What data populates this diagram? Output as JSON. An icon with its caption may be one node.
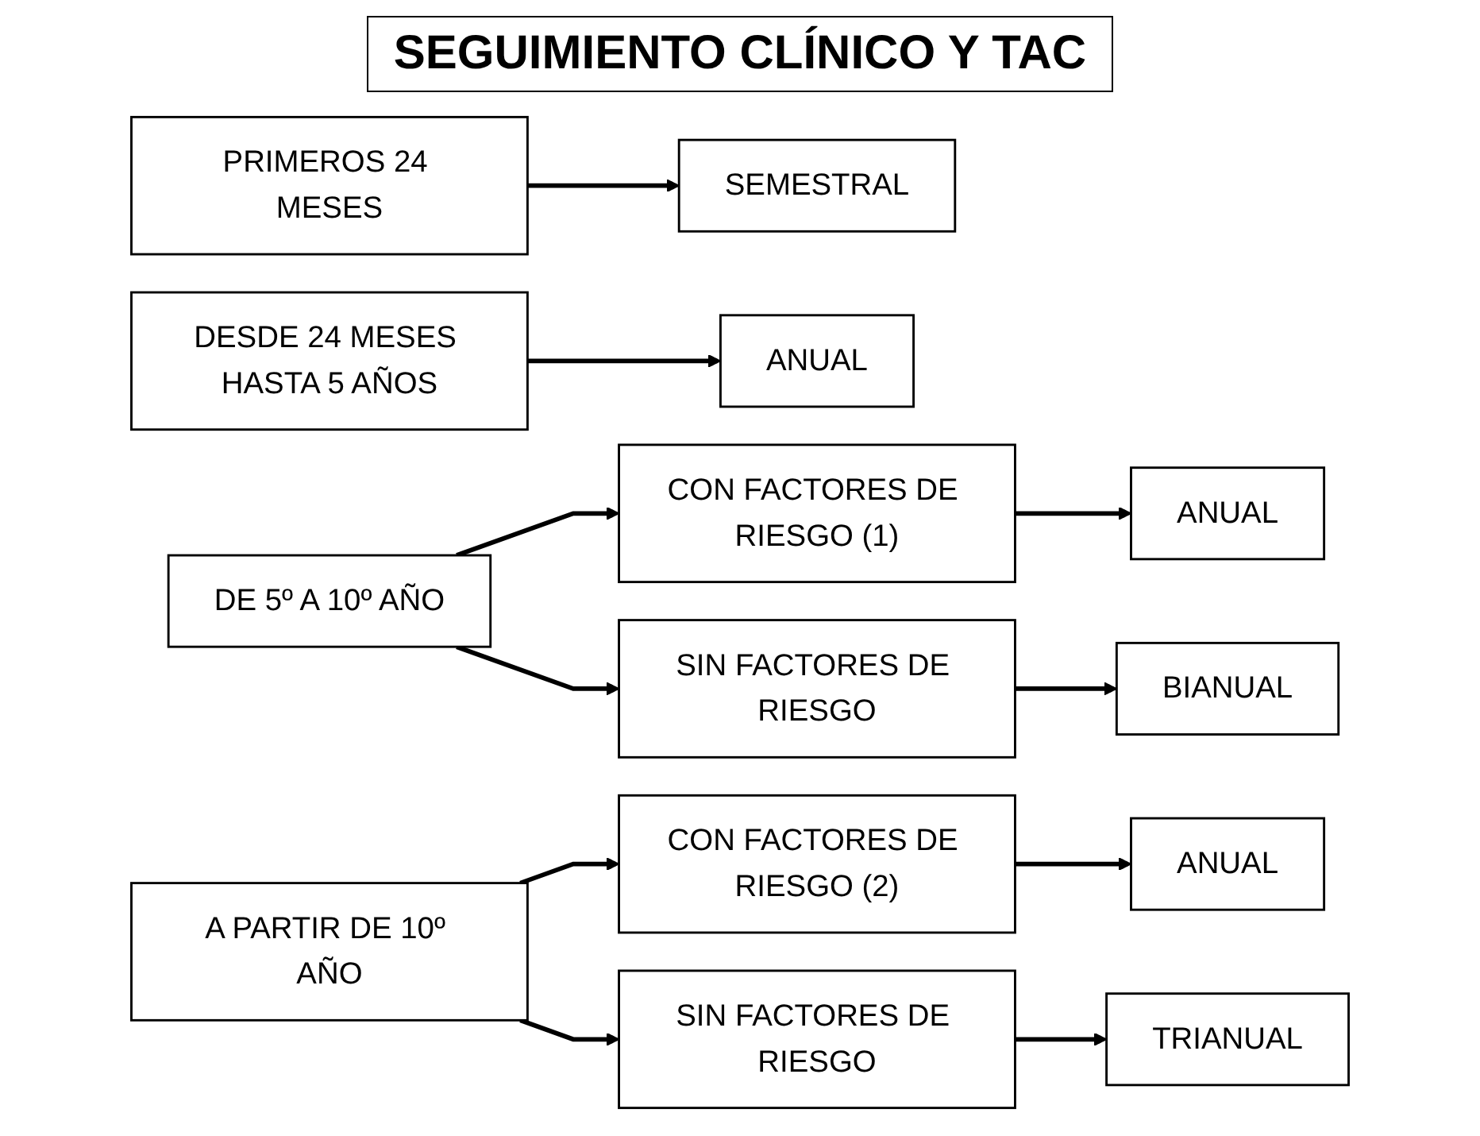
{
  "diagram": {
    "title": "SEGUIMIENTO CLÍNICO Y TAC",
    "nodes": [
      {
        "text": [
          "PRIMEROS 24 MESES"
        ]
      },
      {
        "text": [
          "SEMESTRAL"
        ]
      },
      {
        "text": [
          "DESDE 24 MESES HASTA 5 AÑOS"
        ]
      },
      {
        "text": [
          "ANUAL"
        ]
      },
      {
        "text": [
          "DE 5º A 10º AÑO"
        ]
      },
      {
        "text": [
          "CON FACTORES DE RIESGO (1)"
        ]
      },
      {
        "text": [
          "SIN FACTORES DE RIESGO"
        ]
      },
      {
        "text": [
          "ANUAL"
        ]
      },
      {
        "text": [
          "BIANUAL"
        ]
      },
      {
        "text": [
          "A PARTIR DE 10º AÑO"
        ]
      },
      {
        "text": [
          "CON FACTORES DE RIESGO (2)"
        ]
      },
      {
        "text": [
          "SIN FACTORES DE RIESGO"
        ]
      },
      {
        "text": [
          "ANUAL"
        ]
      },
      {
        "text": [
          "TRIANUAL"
        ]
      }
    ],
    "edges": [
      {
        "from": 0,
        "to": 1,
        "arrow": "to"
      },
      {
        "from": 2,
        "to": 3,
        "arrow": "to"
      },
      {
        "from": 4,
        "to": 5,
        "arrow": "to"
      },
      {
        "from": 4,
        "to": 6,
        "arrow": "to"
      },
      {
        "from": 5,
        "to": 7,
        "arrow": "to"
      },
      {
        "from": 6,
        "to": 8,
        "arrow": "to"
      },
      {
        "from": 9,
        "to": 10,
        "arrow": "to"
      },
      {
        "from": 9,
        "to": 11,
        "arrow": "to"
      },
      {
        "from": 10,
        "to": 12,
        "arrow": "to"
      },
      {
        "from": 11,
        "to": 13,
        "arrow": "to"
      }
    ]
  }
}
